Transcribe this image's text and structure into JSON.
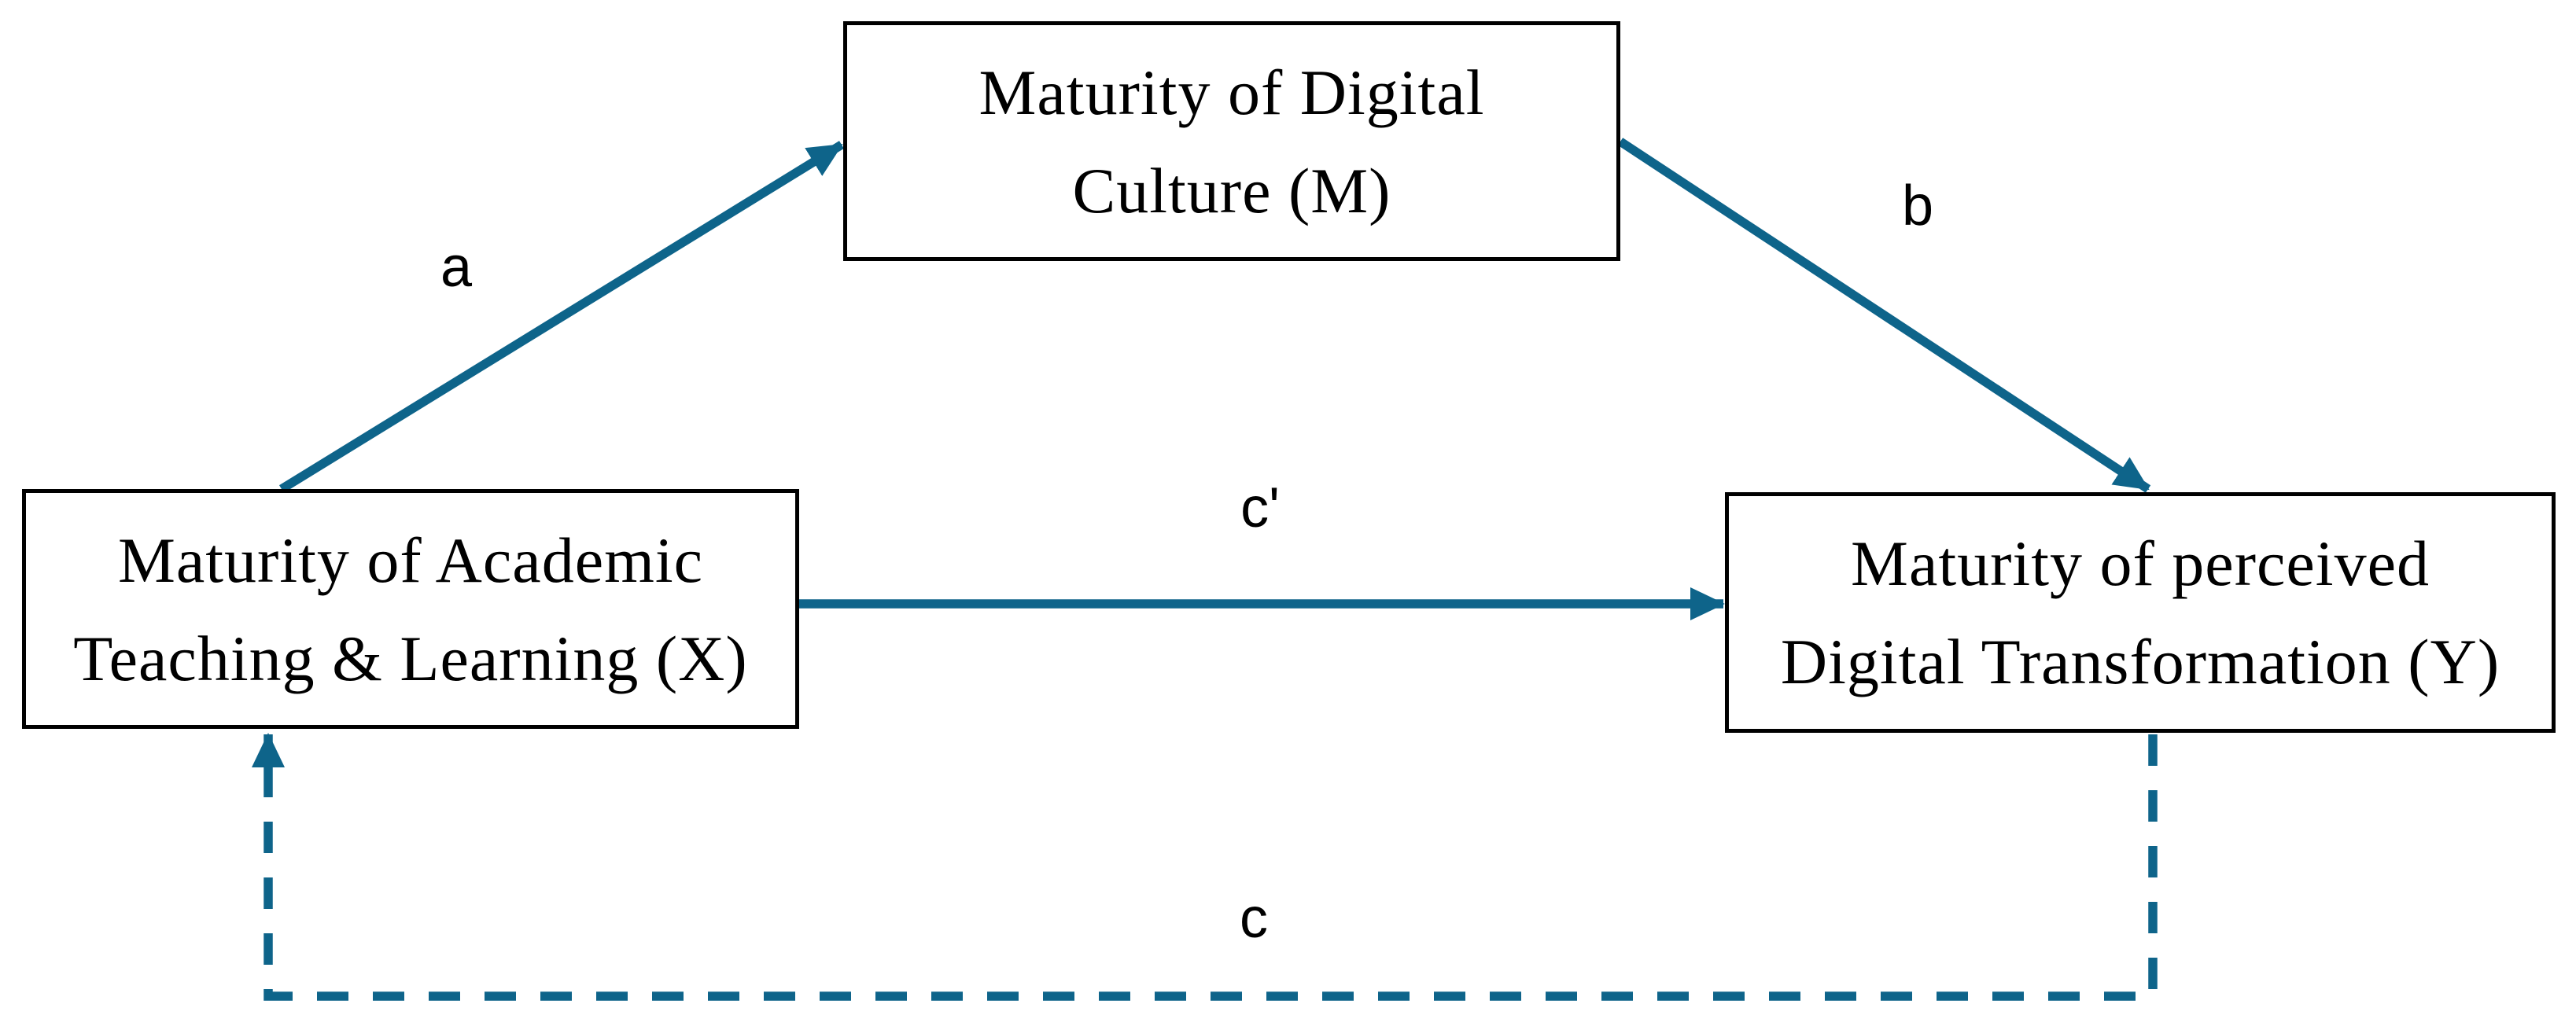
{
  "figure": {
    "type": "mediation-model-diagram",
    "description": "Mediation model with independent variable X, mediator M, dependent variable Y, direct paths a, b, c' and dashed total effect path c"
  },
  "colors": {
    "accent": "#0E648A",
    "box_border": "#000000",
    "text": "#000000",
    "background": "#FFFFFF"
  },
  "nodes": {
    "mediator": {
      "id": "M",
      "lines": [
        "Maturity of Digital",
        "Culture (M)"
      ]
    },
    "independent": {
      "id": "X",
      "lines": [
        "Maturity of Academic",
        "Teaching & Learning (X)"
      ]
    },
    "dependent": {
      "id": "Y",
      "lines": [
        "Maturity of perceived",
        "Digital Transformation (Y)"
      ]
    }
  },
  "paths": {
    "a": {
      "label": "a",
      "from": "X",
      "to": "M",
      "style": "solid"
    },
    "b": {
      "label": "b",
      "from": "M",
      "to": "Y",
      "style": "solid"
    },
    "c_prime": {
      "label": "c'",
      "from": "X",
      "to": "Y",
      "style": "solid"
    },
    "c": {
      "label": "c",
      "from": "Y",
      "to": "X",
      "style": "dashed"
    }
  }
}
